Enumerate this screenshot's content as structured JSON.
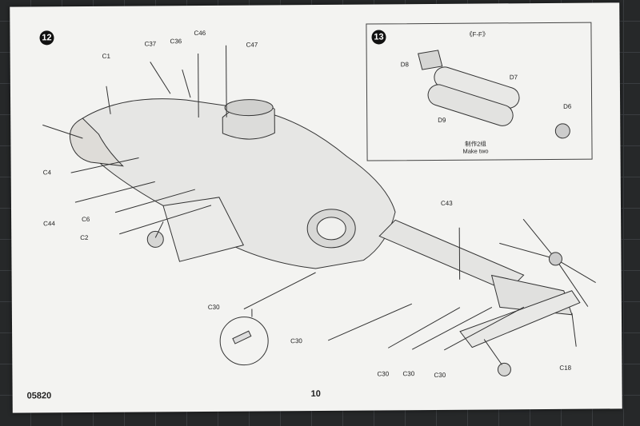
{
  "steps": {
    "step12": "12",
    "step13": "13"
  },
  "inset": {
    "view": "《F-F》",
    "caption_cn": "制作2组",
    "caption_en": "Make two",
    "parts": {
      "d8": "D8",
      "d7": "D7",
      "d6": "D6",
      "d9": "D9"
    }
  },
  "parts": {
    "c1": "C1",
    "c37": "C37",
    "c36": "C36",
    "c46": "C46",
    "c47": "C47",
    "c4": "C4",
    "c44": "C44",
    "c6": "C6",
    "c2": "C2",
    "c43": "C43",
    "c30_a": "C30",
    "c30_b": "C30",
    "c30_c": "C30",
    "c30_d": "C30",
    "c30_e": "C30",
    "c18": "C18"
  },
  "footer": {
    "code": "05820",
    "page": "10"
  }
}
